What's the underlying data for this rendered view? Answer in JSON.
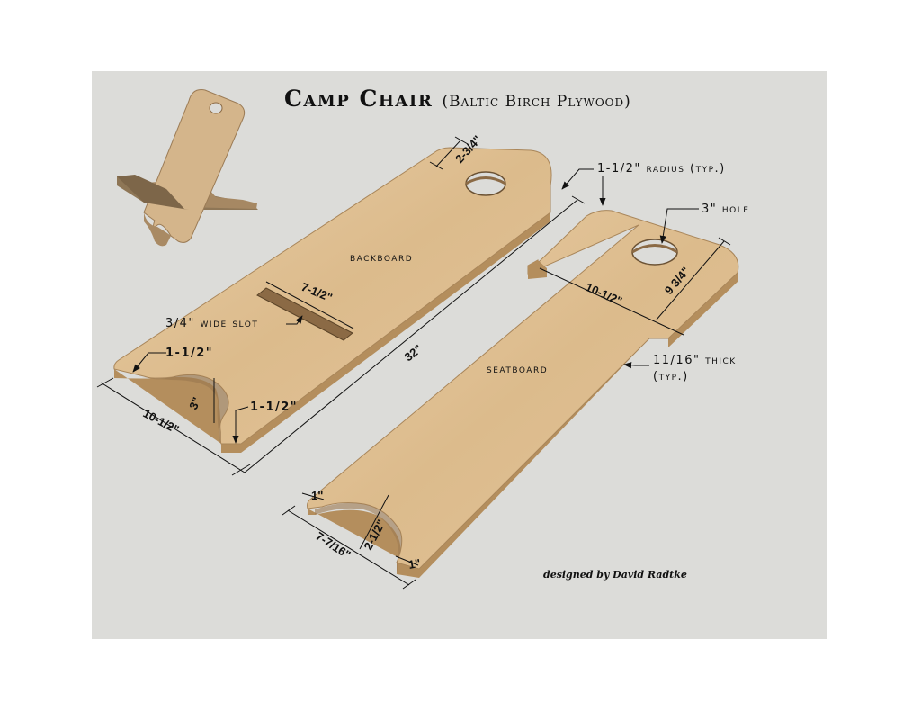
{
  "title": "Camp Chair",
  "subtitle": "(Baltic Birch Plywood)",
  "credit": "designed by David Radtke",
  "colors": {
    "panel": "#dcdcd9",
    "wood_light": "#e4c79d",
    "wood_mid": "#d9b686",
    "wood_edge": "#b48e5d",
    "wood_dark": "#8b6a45",
    "ink": "#111111"
  },
  "labels": {
    "backboard": "backboard",
    "seatboard": "seatboard",
    "radius": "1-1/2\" radius (typ.)",
    "hole": "3\" hole",
    "slot": "3/4\" wide slot",
    "thick_1": "11/16\" thick",
    "thick_2": "(typ.)"
  },
  "dimensions": {
    "back_hole_offset": "2-3/4\"",
    "back_length": "32\"",
    "back_width": "10-1/2\"",
    "slot_length": "7-1/2\"",
    "back_notch_left": "1-1/2\"",
    "back_notch_right": "1-1/2\"",
    "back_notch_depth": "3\"",
    "seat_width": "10-1/2\"",
    "seat_hole_offset": "9 3/4\"",
    "seat_bottom_width": "7-7/16\"",
    "seat_notch_depth": "2-1/2\"",
    "seat_leg_left": "1\"",
    "seat_leg_right": "1\""
  }
}
